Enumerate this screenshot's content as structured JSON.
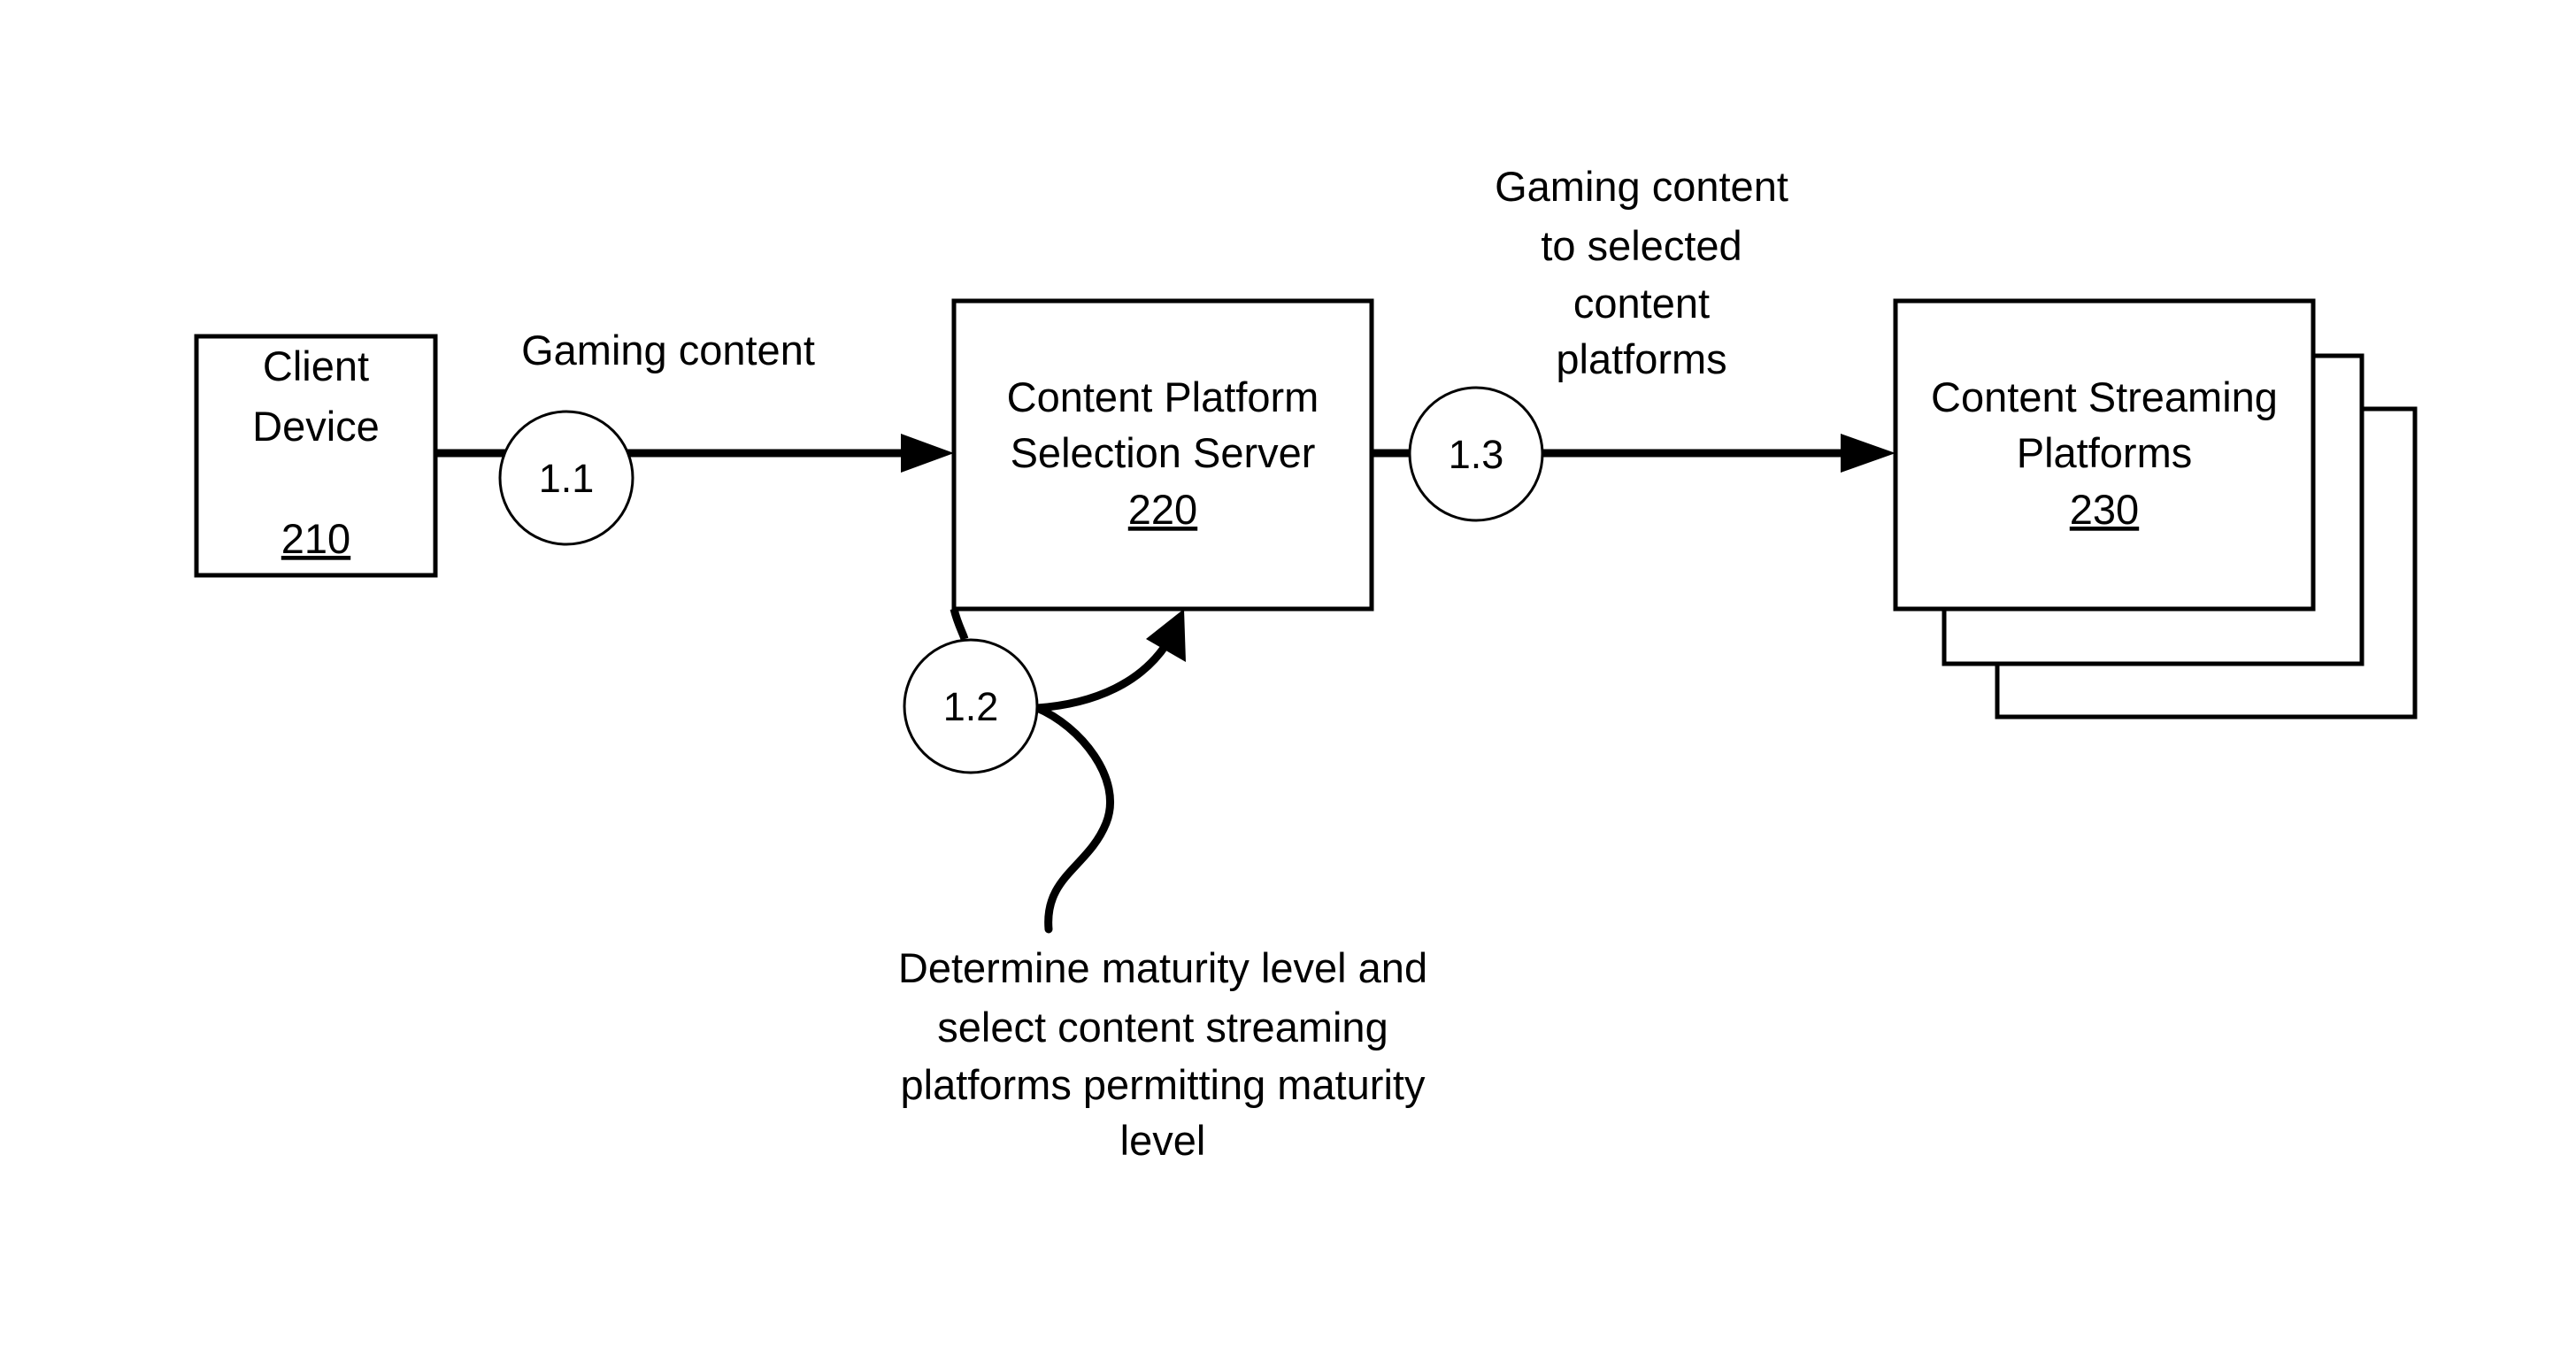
{
  "nodes": {
    "client_device": {
      "lines": [
        "Client",
        "Device"
      ],
      "ref": "210"
    },
    "selection_server": {
      "lines": [
        "Content Platform",
        "Selection Server"
      ],
      "ref": "220"
    },
    "streaming_platforms": {
      "lines": [
        "Content Streaming",
        "Platforms"
      ],
      "ref": "230"
    }
  },
  "steps": {
    "s1_1": "1.1",
    "s1_2": "1.2",
    "s1_3": "1.3"
  },
  "labels": {
    "gaming_content": "Gaming content",
    "to_platforms": [
      "Gaming content",
      "to selected",
      "content",
      "platforms"
    ],
    "determine": [
      "Determine maturity level and",
      "select content streaming",
      "platforms permitting maturity",
      "level"
    ]
  }
}
